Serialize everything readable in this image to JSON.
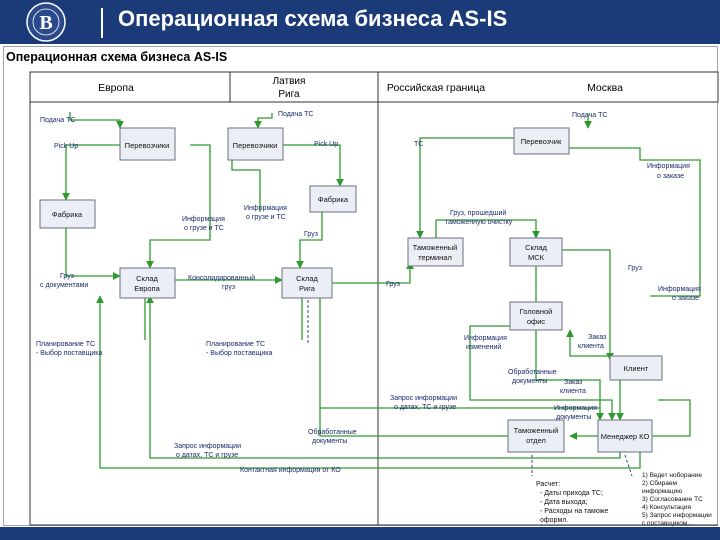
{
  "header": {
    "title": "Операционная схема бизнеса AS-IS",
    "accent_color": "#1b3a78"
  },
  "diagram_title": "Операционная схема бизнеса AS-IS",
  "columns": {
    "europe": "Европа",
    "latvia_line1": "Латвия",
    "latvia_line2": "Рига",
    "border": "Российская граница",
    "moscow": "Москва"
  },
  "boxes": {
    "forwarder_eu": "Перевозчики",
    "forwarder_lv": "Перевозчики",
    "factory_eu": "Фабрика",
    "factory_lv": "Фабрика",
    "wh_europe_1": "Склад",
    "wh_europe_2": "Европа",
    "wh_riga_1": "Склад",
    "wh_riga_2": "Рига",
    "carrier_msk": "Перевозчик",
    "customs_1": "Таможенный",
    "customs_2": "терминал",
    "wh_msk_1": "Склад",
    "wh_msk_2": "МСК",
    "head_1": "Головной",
    "head_2": "офис",
    "client": "Клиент",
    "customs_dept_1": "Таможенный",
    "customs_dept_2": "отдел",
    "ko_manager": "Менеджер КО"
  },
  "labels": {
    "tc_request_eu": "Подача ТС",
    "tc_request_lv": "Подача ТС",
    "tc_request_msk": "Подача ТС",
    "pickup_eu": "Pick Up",
    "pickup_lv": "Pick Up",
    "tc": "ТС",
    "cargo_info_1": "Информация",
    "cargo_info_2": "о грузе и ТС",
    "order_info_1": "Информация",
    "order_info_2": "о заказе",
    "cleared_1": "Груз, прошедший",
    "cleared_2": "таможенную очистку",
    "cargo": "Груз",
    "cargo_docs_1": "Груз",
    "cargo_docs_2": "с документами",
    "consolidated_1": "Консолидированный",
    "consolidated_2": "груз",
    "plan_eu_1": "Планирование ТС",
    "plan_eu_2": "- Выбор поставщика",
    "plan_lv_1": "Планирование ТС",
    "plan_lv_2": "- Выбор поставщика",
    "changes_info_1": "Информация",
    "changes_info_2": "изменений",
    "client_order_1": "Заказ",
    "client_order_2": "клиента",
    "processed_docs_1": "Обработанные",
    "processed_docs_2": "документы",
    "request_info_1": "Запрос информации",
    "request_info_2": "о датах, ТС и грузе",
    "docs_info_1": "Информация",
    "docs_info_2": "документы",
    "processed_docs_b_1": "Обработанные",
    "processed_docs_b_2": "документы",
    "request_info_b_1": "Запрос информации",
    "request_info_b_2": "о датах, ТС и грузе",
    "contact_info": "Контактная информация от КО"
  },
  "notes": {
    "calc": [
      "Расчет:",
      "- Даты прихода ТС;",
      "- Дата выхода;",
      "- Расходы на таможе",
      "оформл."
    ],
    "manager": [
      "1) Ведет ноборание",
      "2) Сбираем",
      "информацию",
      "3) Согласование ТС",
      "4) Консультация",
      "5) Запрос информации",
      "с поставщиком..."
    ]
  },
  "colors": {
    "arrow": "#2e9a2e",
    "box_fill": "#eceef6",
    "box_stroke": "#6b6f80",
    "divider": "#333333"
  }
}
